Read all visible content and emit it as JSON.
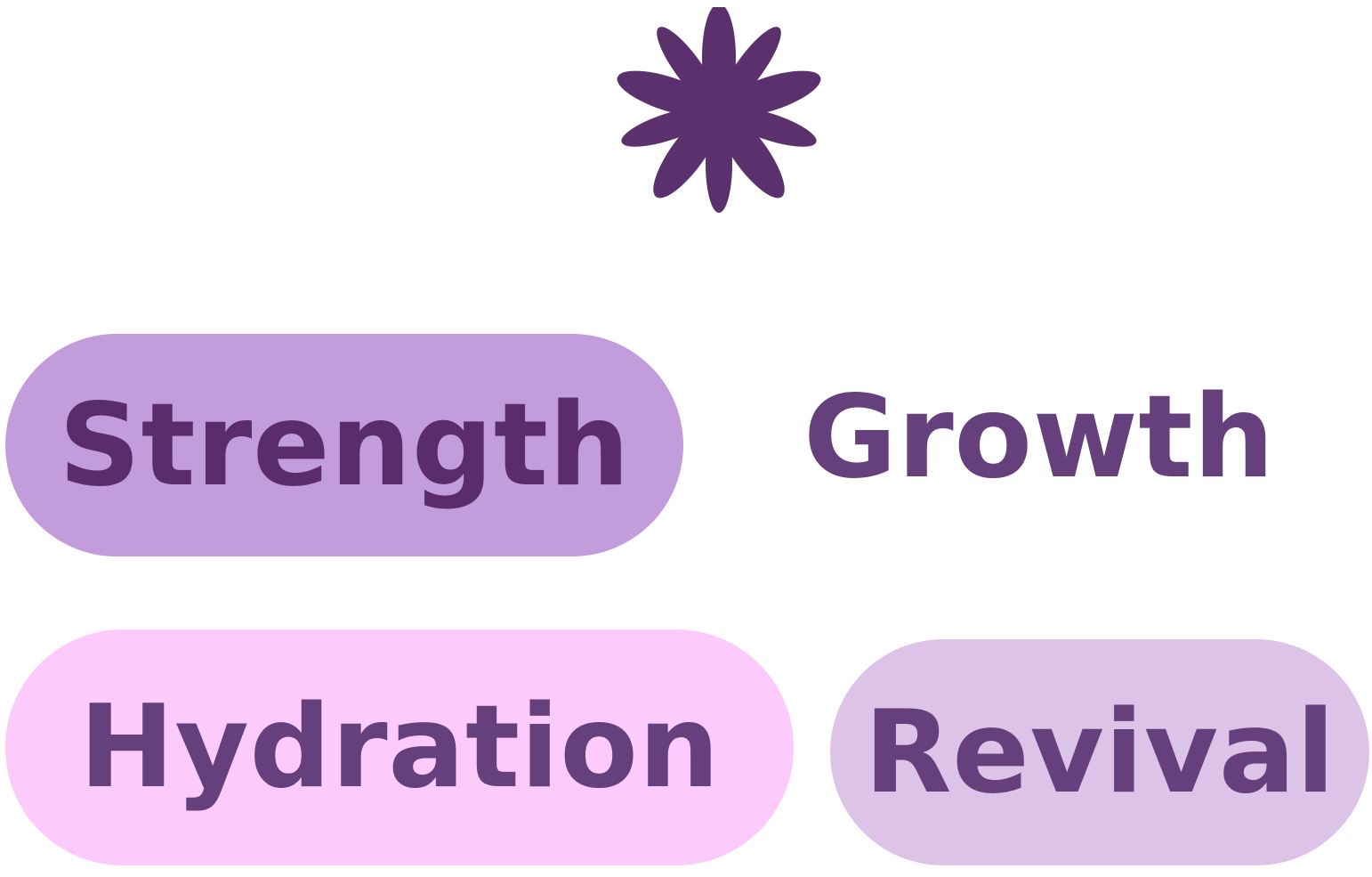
{
  "icon": {
    "name": "flower-icon",
    "color": "#5a316d"
  },
  "labels": {
    "strength": "Strength",
    "growth": "Growth",
    "hydration": "Hydration",
    "revival": "Revival"
  },
  "colors": {
    "strength_bg": "#c39cdc",
    "hydration_bg": "#fccbfb",
    "revival_bg": "#dec3e9",
    "text_dark": "#5a2d6a",
    "text": "#66407c"
  }
}
